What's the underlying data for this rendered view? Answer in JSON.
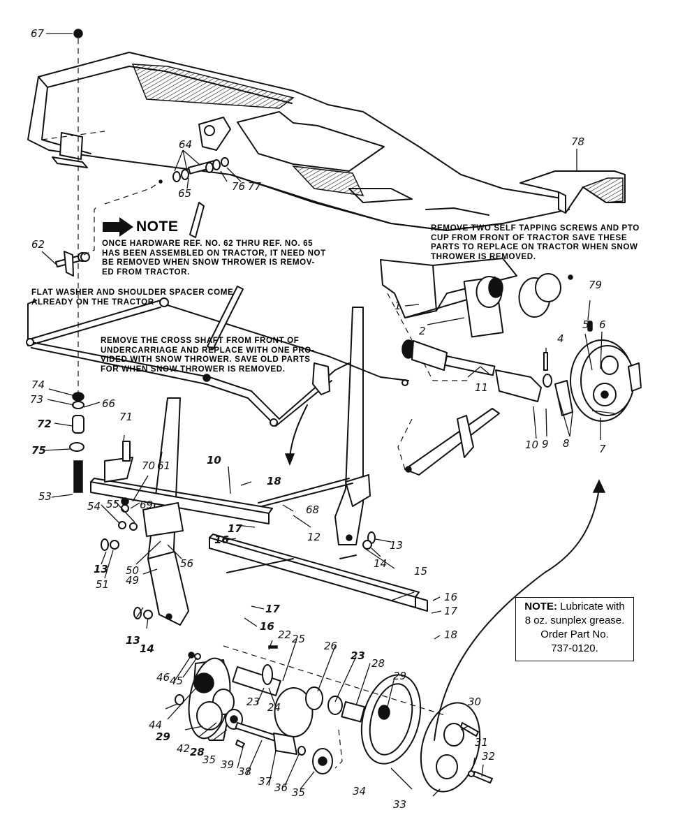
{
  "diagram": {
    "type": "exploded-parts-diagram",
    "subject": "Snow thrower mounting hardware, PTO drive and gear case"
  },
  "notes": {
    "main_note": {
      "title": "NOTE",
      "icon": "right-arrow-icon",
      "text": "ONCE HARDWARE REF. NO. 62 THRU REF. NO. 65\nHAS BEEN ASSEMBLED ON TRACTOR, IT NEED NOT\nBE REMOVED WHEN SNOW THROWER IS REMOV-\nED FROM TRACTOR."
    },
    "flat_washer_note": "FLAT WASHER AND SHOULDER SPACER COME\nALREADY ON THE TRACTOR",
    "cross_shaft_note": "REMOVE THE CROSS SHAFT FROM FRONT OF\nUNDERCARRIAGE AND REPLACE WITH ONE PRO-\nVIDED WITH SNOW THROWER. SAVE OLD PARTS\nFOR WHEN SNOW THROWER IS REMOVED.",
    "pto_cup_note": "REMOVE TWO SELF TAPPING SCREWS AND PTO\nCUP FROM FRONT OF TRACTOR  SAVE THESE\nPARTS TO REPLACE ON TRACTOR WHEN SNOW\nTHROWER IS REMOVED.",
    "lubrication_note": {
      "label": "NOTE:",
      "line1": "Lubricate with",
      "line2": "8 oz. sunplex grease.",
      "line3": "Order Part No.",
      "line4": "737-0120."
    }
  },
  "callouts": {
    "c67": "67",
    "c64": "64",
    "c65": "65",
    "c76": "76",
    "c77": "77",
    "c78": "78",
    "c62": "62",
    "c79": "79",
    "c1": "1",
    "c2": "2",
    "c4": "4",
    "c5": "5",
    "c6": "6",
    "c7": "7",
    "c8": "8",
    "c9": "9",
    "c10a": "10",
    "c11": "11",
    "c74": "74",
    "c73": "73",
    "c66": "66",
    "c72": "72",
    "c75": "75",
    "c71": "71",
    "c53": "53",
    "c70": "70",
    "c61": "61",
    "c10b": "10",
    "c18a": "18",
    "c55": "55",
    "c69": "69",
    "c54": "54",
    "c68": "68",
    "c12": "12",
    "c17a": "17",
    "c16a": "16",
    "c13a": "13",
    "c51": "51",
    "c50": "50",
    "c56": "56",
    "c49": "49",
    "c14a": "14",
    "c13b": "13",
    "c15": "15",
    "c17b": "17",
    "c16b": "16",
    "c16c": "16",
    "c17c": "17",
    "c18b": "18",
    "c13c": "13",
    "c14b": "14",
    "c22": "22",
    "c25": "25",
    "c26": "26",
    "c23a": "23",
    "c23b": "23",
    "c24": "24",
    "c28a": "28",
    "c29a": "29",
    "c30": "30",
    "c31": "31",
    "c32": "32",
    "c33": "33",
    "c34": "34",
    "c46": "46",
    "c45": "45",
    "c44": "44",
    "c29b": "29",
    "c42": "42",
    "c28b": "28",
    "c35a": "35",
    "c39": "39",
    "c38": "38",
    "c37": "37",
    "c36": "36",
    "c35b": "35"
  }
}
